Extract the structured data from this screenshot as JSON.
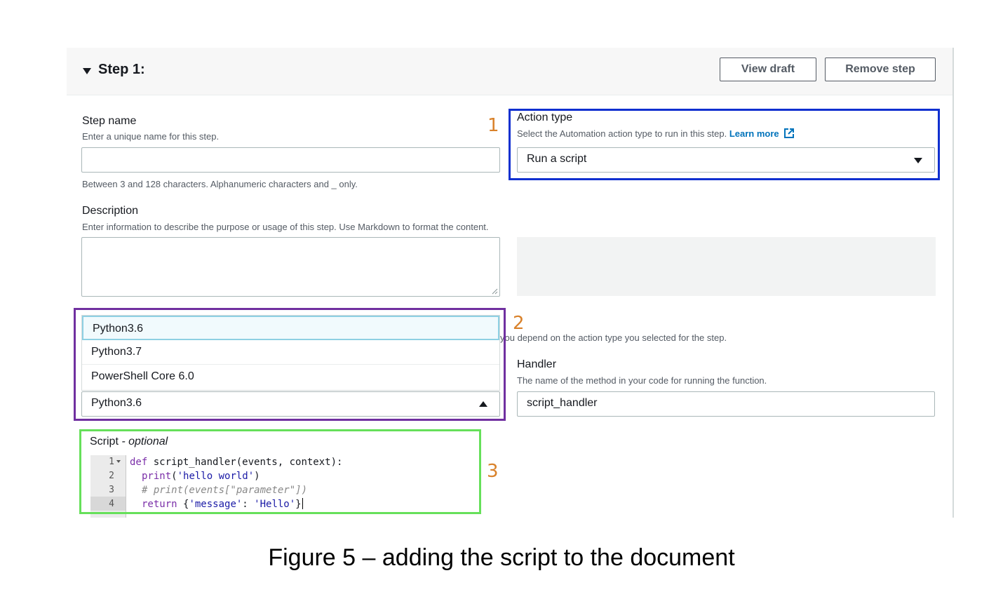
{
  "step": {
    "title": "Step 1:"
  },
  "buttons": {
    "view_draft": "View draft",
    "remove_step": "Remove step"
  },
  "step_name": {
    "label": "Step name",
    "hint": "Enter a unique name for this step.",
    "value": "",
    "constraint": "Between 3 and 128 characters. Alphanumeric characters and _ only."
  },
  "action_type": {
    "label": "Action type",
    "hint": "Select the Automation action type to run in this step.",
    "learn_more": "Learn more",
    "value": "Run a script"
  },
  "description": {
    "label": "Description",
    "hint": "Enter information to describe the purpose or usage of this step. Use Markdown to format the content.",
    "value": ""
  },
  "inputs_hint_partial": "you depend on the action type you selected for the step.",
  "runtime": {
    "options": [
      "Python3.6",
      "Python3.7",
      "PowerShell Core 6.0"
    ],
    "selected": "Python3.6"
  },
  "handler": {
    "label": "Handler",
    "hint": "The name of the method in your code for running the function.",
    "value": "script_handler"
  },
  "script": {
    "label": "Script",
    "label_suffix": " - optional",
    "line_numbers": [
      "1",
      "2",
      "3",
      "4"
    ],
    "lines": [
      {
        "kw": "def",
        "rest": " script_handler(events, context):"
      },
      {
        "fn": "print",
        "open": "(",
        "str": "'hello world'",
        "close": ")"
      },
      {
        "comment": "# print(events[\"parameter\"])"
      },
      {
        "kw": "return",
        "pre": " {",
        "str1": "'message'",
        "mid": ": ",
        "str2": "'Hello'",
        "post": "}"
      }
    ]
  },
  "callouts": {
    "one": "1",
    "two": "2",
    "three": "3"
  },
  "caption": "Figure 5 – adding the script to the document",
  "colors": {
    "callout_box_1": "#1030d0",
    "callout_box_2": "#7030a0",
    "callout_box_3": "#66e05a",
    "callout_number": "#d9822b",
    "link": "#0073bb"
  }
}
